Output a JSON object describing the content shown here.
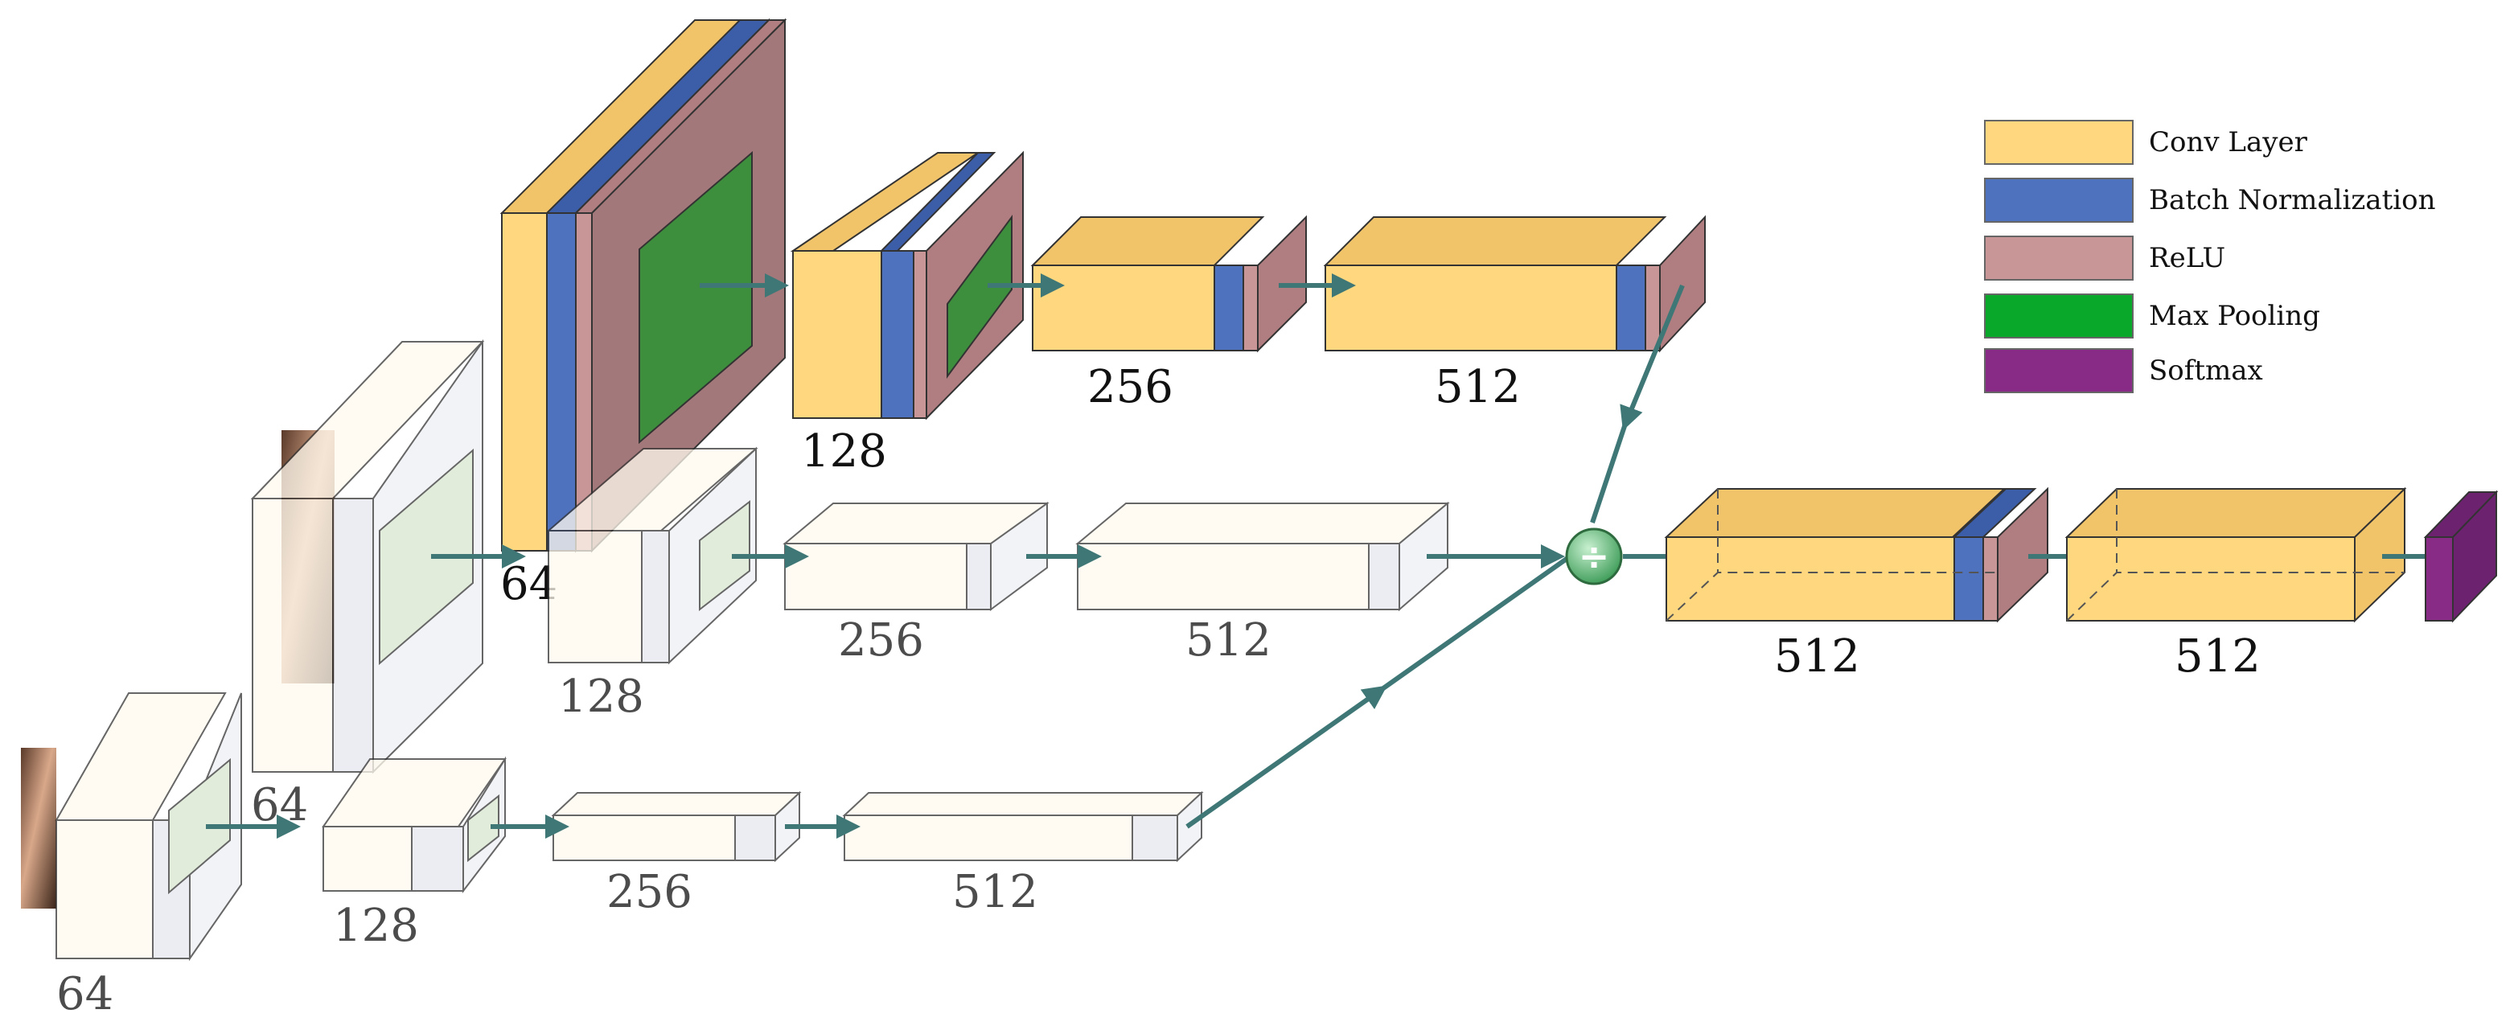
{
  "colors": {
    "conv": "#fed77f",
    "batchnorm": "#4f72be",
    "relu": "#c89697",
    "maxpool": "#0aa82a",
    "softmax": "#872b86",
    "arrow": "#3f7777",
    "merge": "#5cb974"
  },
  "legend": [
    {
      "key": "conv",
      "label": "Conv Layer"
    },
    {
      "key": "batchnorm",
      "label": "Batch Normalization"
    },
    {
      "key": "relu",
      "label": "ReLU"
    },
    {
      "key": "maxpool",
      "label": "Max Pooling"
    },
    {
      "key": "softmax",
      "label": "Softmax"
    }
  ],
  "merge_symbol": "÷",
  "labels": {
    "top_64": "64",
    "top_128": "128",
    "top_256": "256",
    "top_512": "512",
    "mid_64": "64",
    "mid_128": "128",
    "mid_256": "256",
    "mid_512": "512",
    "bot_64": "64",
    "bot_128": "128",
    "bot_256": "256",
    "bot_512": "512",
    "head_512a": "512",
    "head_512b": "512"
  }
}
